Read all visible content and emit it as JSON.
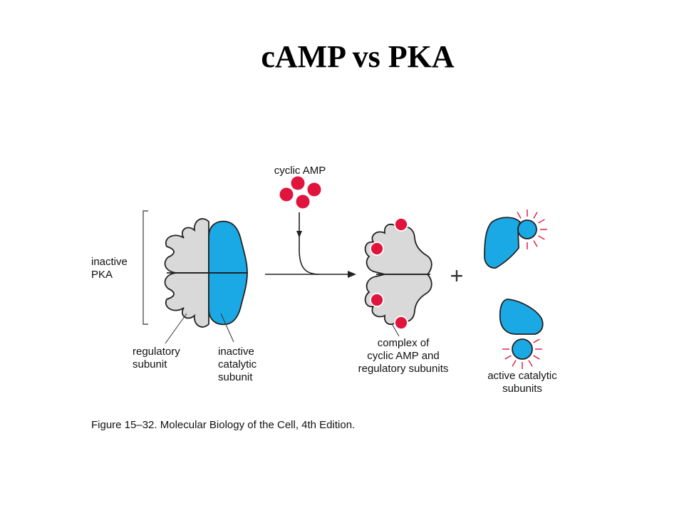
{
  "title": "cAMP vs PKA",
  "labels": {
    "cyclic_amp": "cyclic AMP",
    "inactive_pka_line1": "inactive",
    "inactive_pka_line2": "PKA",
    "regulatory_line1": "regulatory",
    "regulatory_line2": "subunit",
    "inactive_catalytic_line1": "inactive",
    "inactive_catalytic_line2": "catalytic",
    "inactive_catalytic_line3": "subunit",
    "complex_line1": "complex of",
    "complex_line2": "cyclic AMP and",
    "complex_line3": "regulatory subunits",
    "active_line1": "active catalytic",
    "active_line2": "subunits",
    "plus_sign": "+"
  },
  "caption": "Figure 15–32. Molecular Biology of the Cell, 4th Edition.",
  "colors": {
    "catalytic": "#1ba9e6",
    "regulatory": "#d9d9d9",
    "camp": "#e0143c",
    "outline": "#222222"
  }
}
